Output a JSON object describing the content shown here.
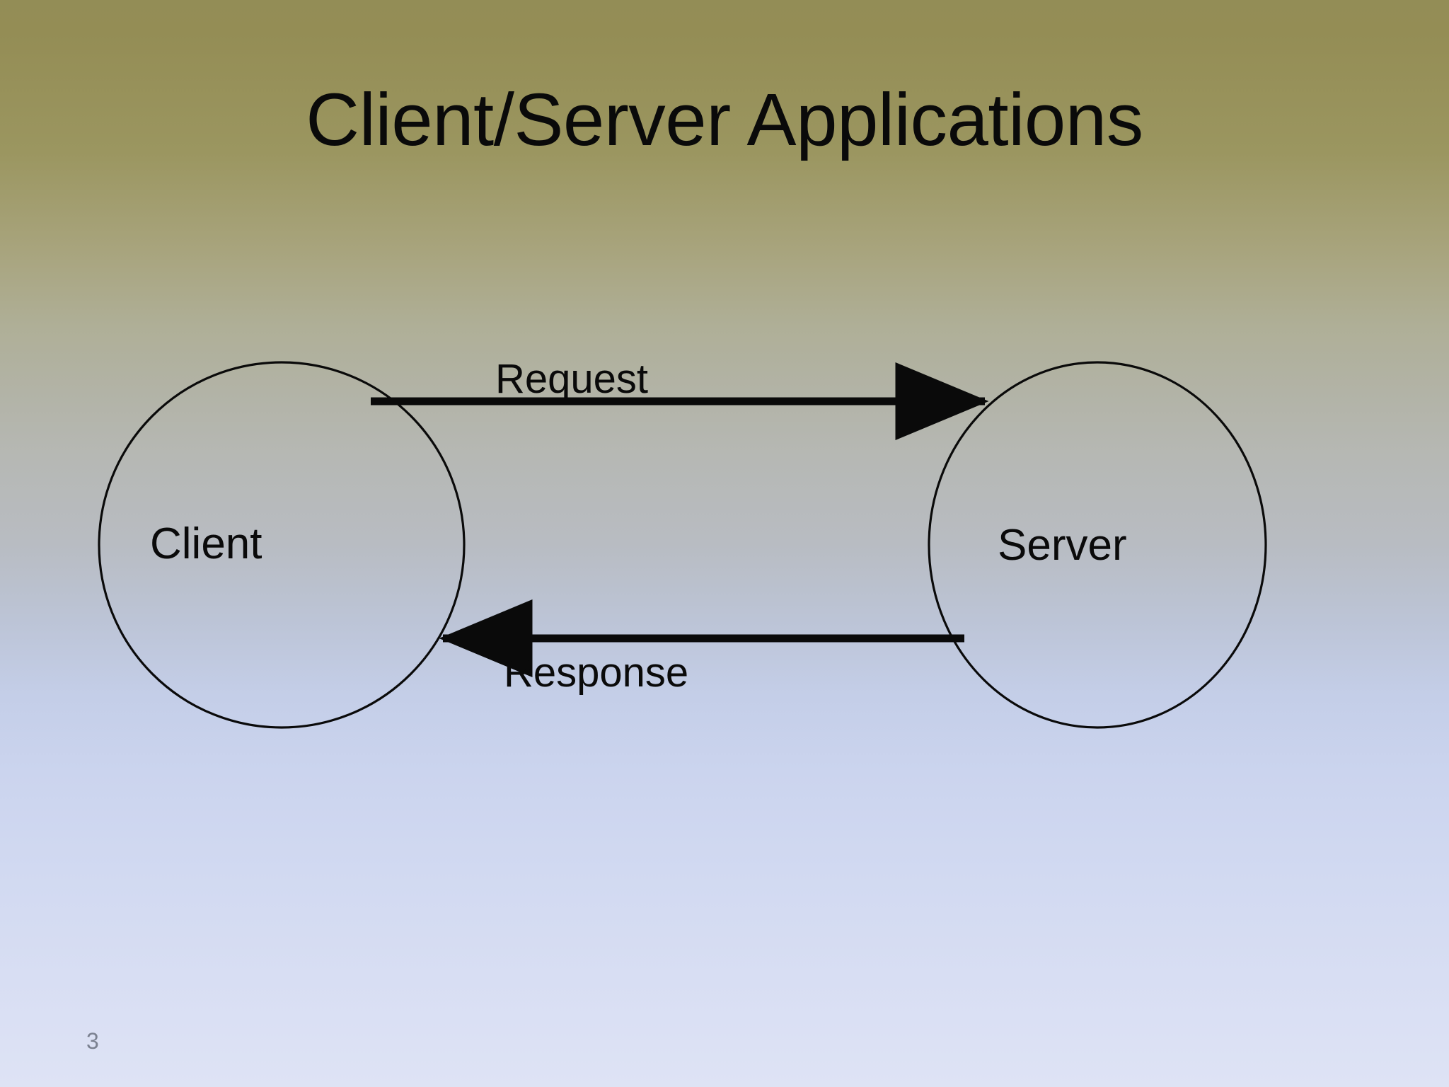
{
  "slide": {
    "title": "Client/Server Applications",
    "page_number": "3",
    "background": {
      "top_color": "#938D56",
      "mid_color": "#B8BCC2",
      "bottom_color": "#DEE3F5"
    }
  },
  "diagram": {
    "type": "node-edge",
    "nodes": [
      {
        "id": "client",
        "label": "Client",
        "shape": "circle"
      },
      {
        "id": "server",
        "label": "Server",
        "shape": "circle"
      }
    ],
    "edges": [
      {
        "id": "request",
        "label": "Request",
        "from": "client",
        "to": "server",
        "direction": "right"
      },
      {
        "id": "response",
        "label": "Response",
        "from": "server",
        "to": "client",
        "direction": "left"
      }
    ],
    "stroke_color": "#0a0a0a",
    "fill_color": "none"
  }
}
